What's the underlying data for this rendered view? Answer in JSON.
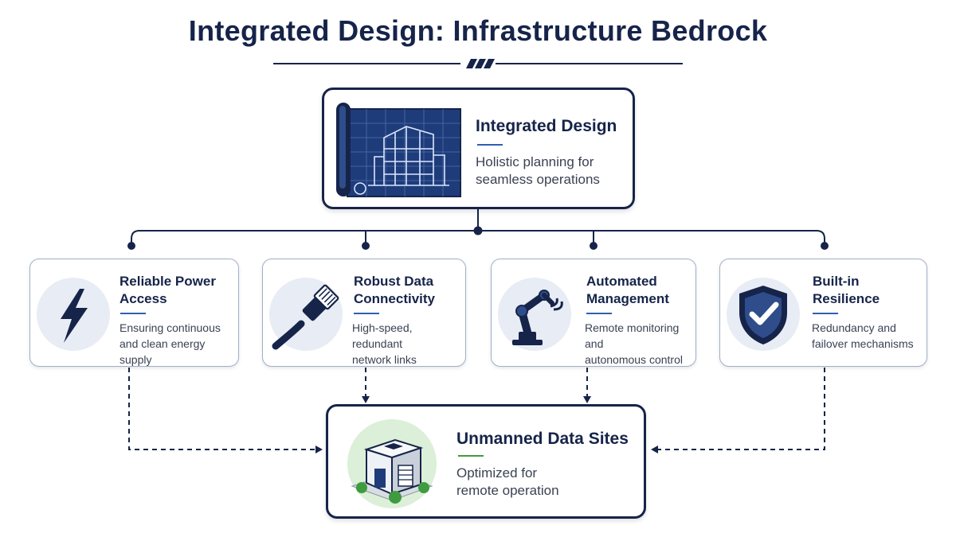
{
  "title": "Integrated Design: Infrastructure Bedrock",
  "top": {
    "heading": "Integrated Design",
    "desc_line1": "Holistic planning for",
    "desc_line2": "seamless operations"
  },
  "pillars": [
    {
      "icon": "lightning-bolt-icon",
      "heading_line1": "Reliable Power",
      "heading_line2": "Access",
      "desc_line1": "Ensuring continuous",
      "desc_line2": "and clean energy supply"
    },
    {
      "icon": "network-cable-icon",
      "heading_line1": "Robust Data",
      "heading_line2": "Connectivity",
      "desc_line1": "High-speed, redundant",
      "desc_line2": "network links"
    },
    {
      "icon": "robotic-arm-icon",
      "heading_line1": "Automated",
      "heading_line2": "Management",
      "desc_line1": "Remote monitoring and",
      "desc_line2": "autonomous control"
    },
    {
      "icon": "shield-check-icon",
      "heading_line1": "Built-in",
      "heading_line2": "Resilience",
      "desc_line1": "Redundancy and",
      "desc_line2": "failover mechanisms"
    }
  ],
  "bottom": {
    "heading": "Unmanned Data Sites",
    "desc_line1": "Optimized for",
    "desc_line2": "remote operation"
  },
  "colors": {
    "navy": "#16244a",
    "accent_blue": "#2f5fb3",
    "accent_green": "#3f9b3f",
    "icon_circle": "#e8ecf4",
    "green_circle": "#dcefd8"
  }
}
